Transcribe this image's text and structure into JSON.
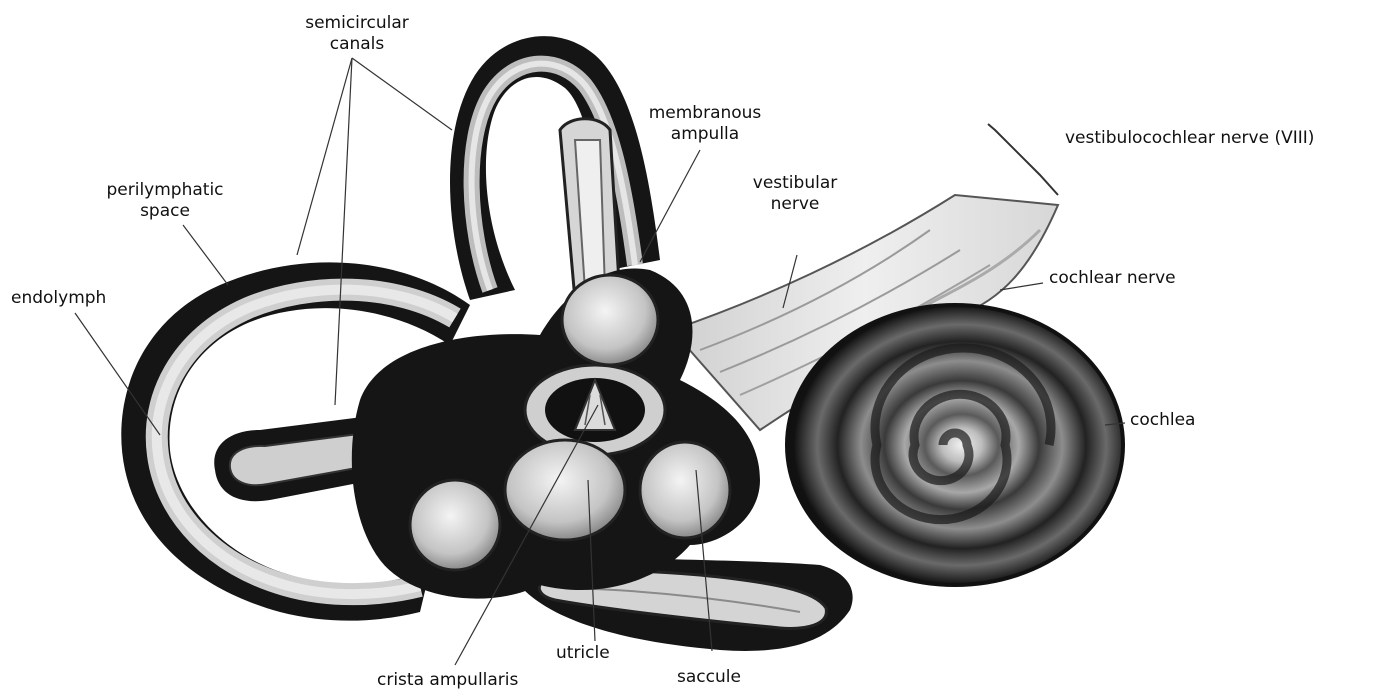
{
  "labels": {
    "semicircular_canals": [
      "semicircular",
      "canals"
    ],
    "membranous_ampulla": [
      "membranous",
      "ampulla"
    ],
    "vestibulocochlear_nerve": "vestibulocochlear nerve (VIII)",
    "perilymphatic_space": [
      "perilymphatic",
      "space"
    ],
    "vestibular_nerve": [
      "vestibular",
      "nerve"
    ],
    "endolymph": "endolymph",
    "cochlear_nerve": "cochlear nerve",
    "cochlea": "cochlea",
    "utricle": "utricle",
    "crista_ampullaris": "crista ampullaris",
    "saccule": "saccule"
  },
  "colors": {
    "outer_wall": "#151515",
    "wall_shade": "#4a4a4a",
    "inner_tube": "#d9d9d9",
    "membrane": "#f3f3f3",
    "nerve": "#e4e4e4",
    "leader": "#333333"
  }
}
